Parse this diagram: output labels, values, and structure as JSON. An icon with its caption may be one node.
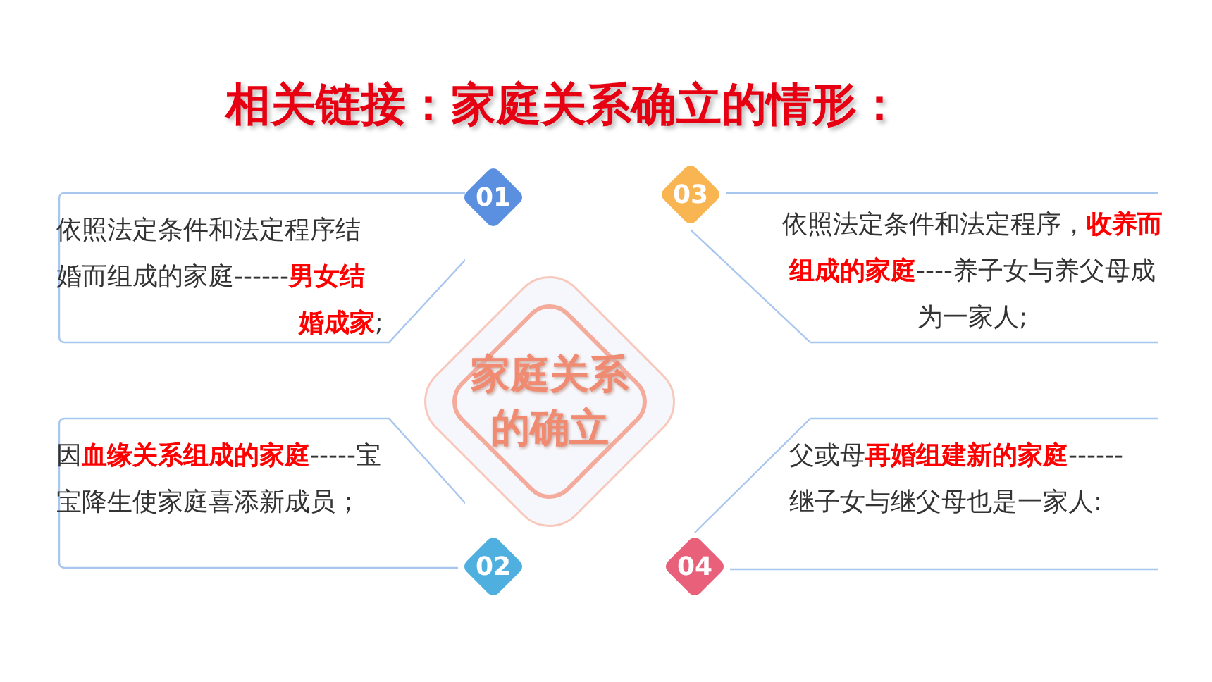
{
  "diagram": {
    "title": "相关链接：家庭关系确立的情形：",
    "nodes": [
      {
        "text": [
          "家庭关系的确立"
        ]
      },
      {
        "text": [
          "01"
        ]
      },
      {
        "text": [
          "依照法定条件和法定程序结婚而组成的家庭------**男女结婚成家**;"
        ]
      },
      {
        "text": [
          "03"
        ]
      },
      {
        "text": [
          "依照法定条件和法定程序，**收养而组成的家庭**----养子女与养父母成为一家人;"
        ]
      },
      {
        "text": [
          "因**血缘关系组成的家庭**-----宝宝降生使家庭喜添新成员；"
        ]
      },
      {
        "text": [
          "02"
        ]
      },
      {
        "text": [
          "父或母**再婚组建新的家庭**------继子女与继父母也是一家人:"
        ]
      },
      {
        "text": [
          "04"
        ]
      }
    ]
  }
}
